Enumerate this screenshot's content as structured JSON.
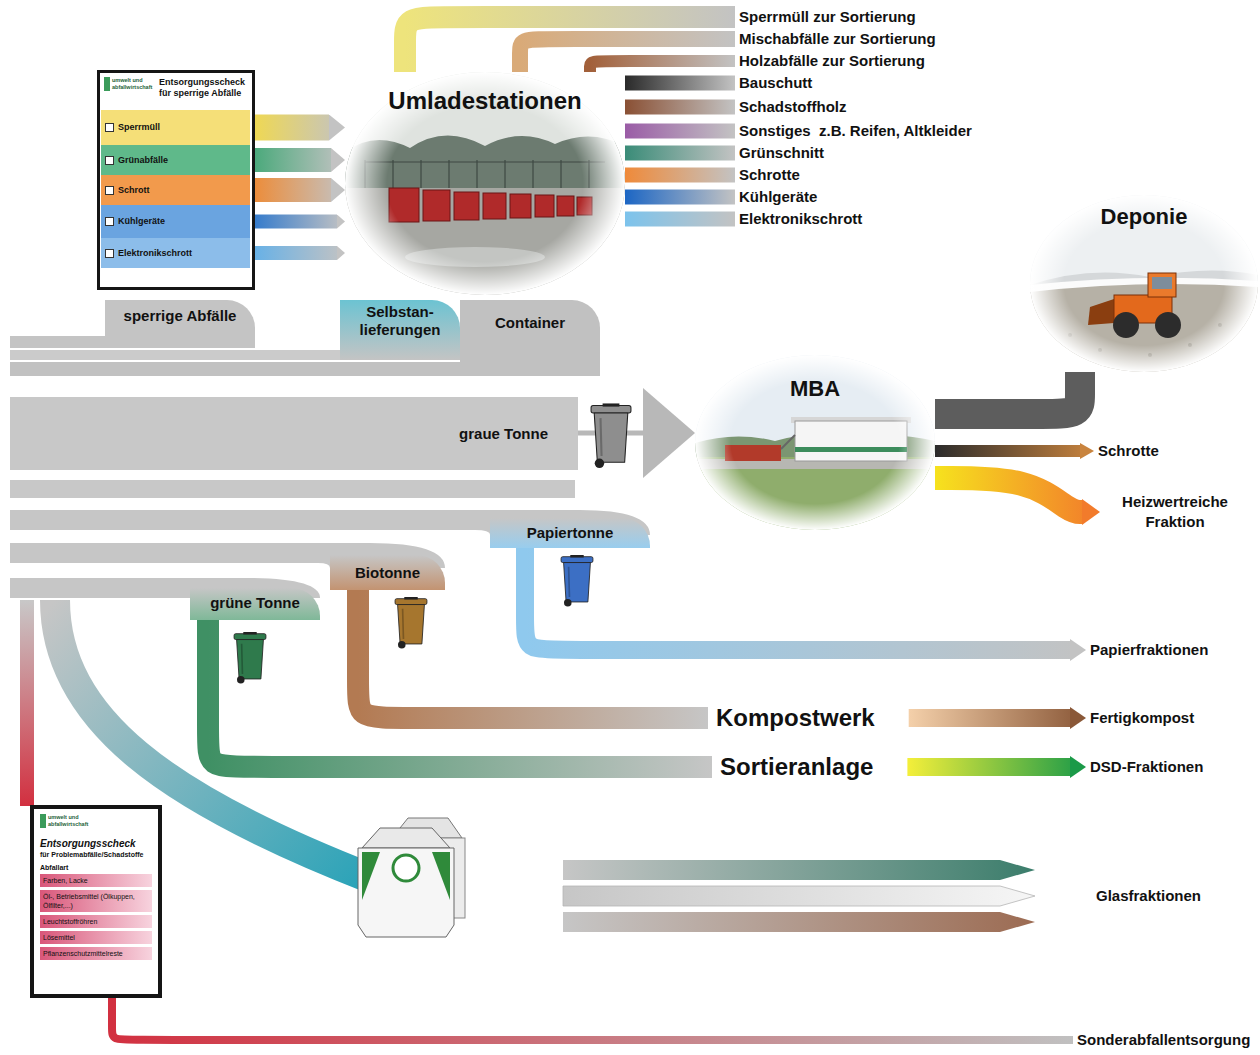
{
  "diagram": {
    "nodes": [
      {
        "text": [
          "umwelt und abfallwirtschaft",
          "Entsorgungsscheck für sperrige Abfälle"
        ]
      },
      {
        "text": [
          "Sperrmüll"
        ],
        "in": 0
      },
      {
        "text": [
          "Grünabfälle"
        ],
        "in": 0
      },
      {
        "text": [
          "Schrott"
        ],
        "in": 0
      },
      {
        "text": [
          "Kühlgeräte"
        ],
        "in": 0
      },
      {
        "text": [
          "Elektronikschrott"
        ],
        "in": 0
      },
      {
        "text": [
          "Umladestationen"
        ]
      },
      {
        "text": [
          "Sperrmüll zur Sortierung"
        ]
      },
      {
        "text": [
          "Mischabfälle zur Sortierung"
        ]
      },
      {
        "text": [
          "Holzabfälle zur Sortierung"
        ]
      },
      {
        "text": [
          "Bauschutt"
        ]
      },
      {
        "text": [
          "Schadstoffholz"
        ]
      },
      {
        "text": [
          "Sonstiges  z.B. Reifen, Altkleider"
        ]
      },
      {
        "text": [
          "Grünschnitt"
        ]
      },
      {
        "text": [
          "Schrotte"
        ]
      },
      {
        "text": [
          "Kühlgeräte"
        ]
      },
      {
        "text": [
          "Elektronikschrott"
        ]
      },
      {
        "text": [
          "Deponie"
        ]
      },
      {
        "text": [
          "sperrige Abfälle"
        ]
      },
      {
        "text": [
          "Selbstan- lieferungen"
        ]
      },
      {
        "text": [
          "Container"
        ]
      },
      {
        "text": [
          "graue Tonne"
        ]
      },
      {
        "text": [
          "MBA"
        ]
      },
      {
        "text": [
          "Schrotte"
        ]
      },
      {
        "text": [
          "Heizwertreiche Fraktion"
        ]
      },
      {
        "text": [
          "Papiertonne"
        ]
      },
      {
        "text": [
          "Biotonne"
        ]
      },
      {
        "text": [
          "grüne Tonne"
        ]
      },
      {
        "text": [
          "Papierfraktionen"
        ]
      },
      {
        "text": [
          "Kompostwerk"
        ]
      },
      {
        "text": [
          "Fertigkompost"
        ]
      },
      {
        "text": [
          "Sortieranlage"
        ]
      },
      {
        "text": [
          "DSD-Fraktionen"
        ]
      },
      {
        "text": [
          "umwelt und abfallwirtschaft",
          "Entsorgungsscheck",
          "für Problemabfälle/Schadstoffe",
          "Abfallart",
          "Farben, Lacke",
          "Öl-, Betriebsmittel (Ölkuppen, Ölfilter,...)",
          "Leuchtstoffröhren",
          "Lösemittel",
          "Pflanzenschutzmittelreste"
        ]
      },
      {
        "text": [
          "Glasfraktionen"
        ]
      },
      {
        "text": [
          "Sonderabfallentsorgung"
        ]
      }
    ],
    "edges": [
      {
        "from": 1,
        "to": 6,
        "arrow": "to"
      },
      {
        "from": 2,
        "to": 6,
        "arrow": "to"
      },
      {
        "from": 3,
        "to": 6,
        "arrow": "to"
      },
      {
        "from": 4,
        "to": 6,
        "arrow": "to"
      },
      {
        "from": 5,
        "to": 6,
        "arrow": "to"
      },
      {
        "from": 6,
        "to": 7,
        "arrow": "none"
      },
      {
        "from": 6,
        "to": 8,
        "arrow": "none"
      },
      {
        "from": 6,
        "to": 9,
        "arrow": "none"
      },
      {
        "from": 6,
        "to": 10,
        "arrow": "none"
      },
      {
        "from": 6,
        "to": 11,
        "arrow": "none"
      },
      {
        "from": 6,
        "to": 12,
        "arrow": "none"
      },
      {
        "from": 6,
        "to": 13,
        "arrow": "none"
      },
      {
        "from": 6,
        "to": 14,
        "arrow": "none"
      },
      {
        "from": 6,
        "to": 15,
        "arrow": "none"
      },
      {
        "from": 6,
        "to": 16,
        "arrow": "none"
      },
      {
        "from": 21,
        "to": 22,
        "arrow": "to"
      },
      {
        "from": 22,
        "to": 17,
        "arrow": "none"
      },
      {
        "from": 22,
        "to": 23,
        "arrow": "to"
      },
      {
        "from": 22,
        "to": 24,
        "arrow": "to"
      },
      {
        "from": 25,
        "to": 28,
        "arrow": "to"
      },
      {
        "from": 26,
        "to": 29,
        "arrow": "none"
      },
      {
        "from": 29,
        "to": 30,
        "arrow": "to"
      },
      {
        "from": 27,
        "to": 31,
        "arrow": "none"
      },
      {
        "from": 31,
        "to": 32,
        "arrow": "to"
      },
      {
        "from": 33,
        "to": 35,
        "arrow": "none"
      }
    ]
  }
}
